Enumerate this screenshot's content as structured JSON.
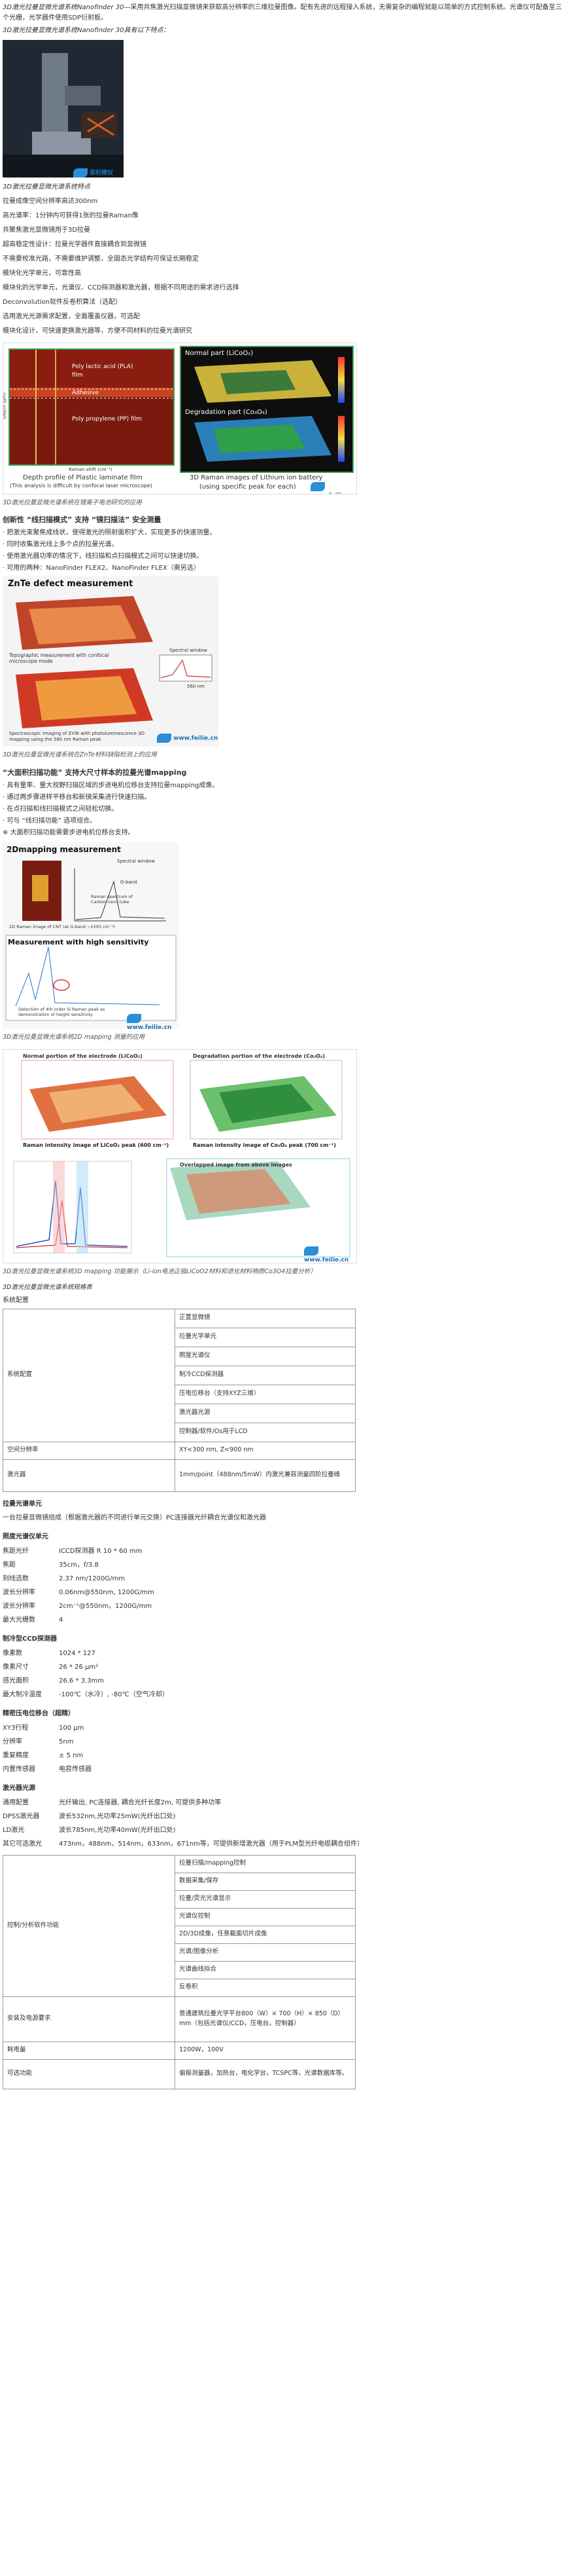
{
  "intro": {
    "lead": "3D激光拉曼显微光谱系统Nanofinder 30",
    "body": "采用共焦激光扫描显微镜来获取高分辨率的三维拉曼图像。配有先进的远程接入系统，无需复杂的编程就能以简单的方式控制系统。光谱仪可配备至三个光栅，光学器件使用SDP衍射板。"
  },
  "section1": {
    "heading": "3D激光拉曼显微光谱系统Nanofinder 30具有以下特点：",
    "features": [
      "3D激光拉曼显微光谱系统特点",
      "拉曼成像空间分辨率高达300nm",
      "高光谱率：1分钟内可获得1张的拉曼Raman像",
      "共聚焦激光显微镜用于3D拉曼",
      "超高稳定性设计：拉曼光学器件直接耦合到显微镜",
      "不需要校准光路，不需要维护调整，全固态光学结构可保证长期稳定",
      "模块化光学单元，可靠性高",
      "模块化的光学单元，光谱仪、CCD探测器和激光器，根据不同用途的需求进行选择",
      "Deconvolution软件反卷积算法（选配）",
      "选用激光光源需求配置，全面覆盖仪器，可选配",
      "模块化设计，可快速更换激光器等，方便不同材料的拉曼光谱研究"
    ]
  },
  "figure_main": {
    "left_panel": {
      "labels": [
        "Poly lactic acid (PLA) film",
        "Adhesive",
        "Poly propylene (PP) film"
      ],
      "ylabel": "Depth (μm)",
      "xlabel": "Raman shift (cm⁻¹)",
      "caption_line1": "Depth profile of Plastic laminate film",
      "caption_line2": "(This analysis is difficult by confocal laser microscope)"
    },
    "right_panel": {
      "top_label": "Normal part (LiCoO₂)",
      "bottom_label": "Degradation part (Co₃O₄)",
      "caption_line1": "3D Raman images of Lithium ion battery",
      "caption_line2": "(using specific peak for each)"
    },
    "caption": "3D激光拉曼显微光谱系统在锂离子电池研究的应用"
  },
  "section2": {
    "heading": "创新性 “线扫描模式” 支持 “镜扫描法” 安全测量",
    "bullets": [
      "· 把激光束聚焦成线状，使得激光的照射面积扩大，实现更多的快速测量。",
      "· 同时收集激光线上多个点的拉曼光谱。",
      "· 使用激光器功率的情况下，线扫描和点扫描模式之间可以快速切换。",
      "· 可用的两种：NanoFinder FLEX2、NanoFinder FLEX（需另选）"
    ]
  },
  "figure_znte": {
    "title": "ZnTe defect measurement",
    "label_topo": "Topographic measurement with confocal microscope mode",
    "label_spec": "Spectroscopic imaging of ZnTe with photoluminescence 3D mapping using the 560 nm Raman peak",
    "label_window": "Spectral window",
    "label_peak": "560 nm",
    "caption": "3D激光拉曼显微光谱系统在ZnTe材料缺陷检测上的应用"
  },
  "section3": {
    "heading": "“大面积扫描功能” 支持大尺寸样本的拉曼光谱mapping",
    "bullets": [
      "· 具有量率、量大视野扫描区域的步进电机位移台支持拉曼mapping成像。",
      "· 通过两步骤进样平移台和新镜采集进行快速扫描。",
      "· 在点扫描和线扫描模式之间轻松切换。",
      "· 可与 “线扫描功能” 选项组合。",
      "※ 大面积扫描功能需要步进电机位移台支持。"
    ]
  },
  "figure_2d": {
    "title": "2Dmapping measurement",
    "label_window": "Spectral window",
    "label_gband": "G-band",
    "label_spec": "Raman spectrum of Carbon nano tube",
    "label_img": "2D Raman image of CNT (at G-band ~1593 cm⁻¹)",
    "title2": "Measurement with high sensitivity",
    "label_detect": "Detection of 4th order Si Raman peak as demonstration of height sensitivity",
    "caption": "3D激光拉曼显微光谱系统2D mapping 测量的应用"
  },
  "figure_electrode": {
    "label_normal": "Normal portion of the electrode (LiCoO₂)",
    "label_degrade": "Degradation portion of the electrode (Co₃O₄)",
    "label_licoo2": "Raman intensity image of LiCoO₂ peak (600 cm⁻¹)",
    "label_co3o4": "Raman intensity image of Co₃O₄ peak (700 cm⁻¹)",
    "label_overlap": "Overlapped image from above images",
    "caption": "3D激光拉曼显微光谱系统3D mapping 功能展示（Li-ion电池正极LiCoO2材料和退化材料物质Co3O4拉曼分析）"
  },
  "watermark": "菲利德仪",
  "watermark_url": "www.feilie.cn",
  "config_section": {
    "heading": "3D激光拉曼显微光谱系统规格表",
    "sub": "系统配置",
    "table": {
      "group_label": "系统配置",
      "items": [
        "正置显微镜",
        "拉曼光学单元",
        "照度光谱仪",
        "制冷CCD探测器",
        "压电位移台（支持XYZ三维）",
        "激光器光源",
        "控制器/软件/Os用于LCD"
      ],
      "row_spatial": {
        "label": "空间分辨率",
        "value": "XY<300 nm, Z<900 nm"
      },
      "row_laser": {
        "label": "激光器",
        "value": "1mm/point（488nm/5mW）内激光兼容测量四阶拉曼峰"
      }
    }
  },
  "spec_list": {
    "h_optical": "拉曼光谱单元",
    "optical_desc": "一台拉曼显微镜组成（根据激光器的不同进行单元交换）PC连接器光纤耦合光谱仪和激光器",
    "h_spectro": "照度光谱仪单元",
    "spectro": [
      {
        "k": "焦距光纤",
        "v": "ICCD探测器 R 10 * 60 mm"
      },
      {
        "k": "焦距",
        "v": "35cm，f/3.8"
      },
      {
        "k": "刻线选数",
        "v": "2.37 nm/1200G/mm"
      },
      {
        "k": "波长分辨率",
        "v": "0.06nm@550nm, 1200G/mm"
      },
      {
        "k": "波长分辨率",
        "v": "2cm⁻¹@550nm，1200G/mm"
      },
      {
        "k": "最大光栅数",
        "v": "4"
      }
    ],
    "h_ccd": "制冷型CCD探测器",
    "ccd": [
      {
        "k": "像素数",
        "v": "1024 * 127"
      },
      {
        "k": "像素尺寸",
        "v": "26 * 26 μm²"
      },
      {
        "k": "感光面积",
        "v": "26.6 * 3.3mm"
      },
      {
        "k": "最大制冷温度",
        "v": "-100℃（水冷）, -80℃（空气冷却）"
      }
    ],
    "h_stage": "精密压电位移台（超精）",
    "stage": [
      {
        "k": "XY3行程",
        "v": "100 μm"
      },
      {
        "k": "分辨率",
        "v": "5nm"
      },
      {
        "k": "重复精度",
        "v": "± 5 nm"
      },
      {
        "k": "内置传感器",
        "v": "电容传感器"
      }
    ],
    "h_laser": "激光器光源",
    "laser": [
      {
        "k": "通用配置",
        "v": "光纤输出, PC连接器, 耦合光纤长度2m, 可提供多种功率"
      },
      {
        "k": "DPSS激光器",
        "v": "波长532nm,光功率25mW(光纤出口处)"
      },
      {
        "k": "LD激光",
        "v": "波长785nm,光功率40mW(光纤出口处)"
      },
      {
        "k": "其它可选激光",
        "v": "473nm，488nm，514nm，633nm，671nm等，可提供新增激光器（用于PLM型光纤电缆耦合组件）"
      }
    ]
  },
  "software_table": {
    "label": "控制/分析软件功能",
    "items": [
      "拉曼扫描/mapping控制",
      "数据采集/保存",
      "拉曼/荧光光谱显示",
      "光谱仪控制",
      "2D/3D成像，任意截面切片成像",
      "光谱/图像分析",
      "光谱曲线拟合",
      "反卷积"
    ],
    "env_label": "安装及电源要求",
    "env_value": "普通建筑拉曼光学平台800（W）× 700（H）× 850（D）mm（包括光谱仪/CCD，压电台，控制器）",
    "power_label": "耗电量",
    "power_value": "1200W，100V",
    "option_label": "可选功能",
    "option_value": "偏振测量器，加热台，电化学台，TCSPC等，光谱数据库等。"
  }
}
